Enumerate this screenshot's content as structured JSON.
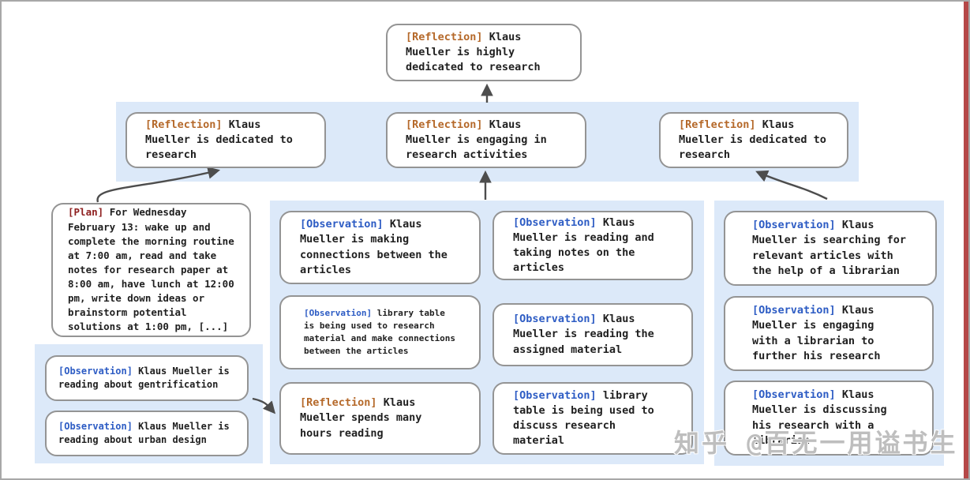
{
  "nodes": {
    "top": {
      "label": "[Reflection]",
      "text": "Klaus Mueller is highly dedicated to research"
    },
    "reflections": [
      {
        "label": "[Reflection]",
        "text": "Klaus Mueller is dedicated to research"
      },
      {
        "label": "[Reflection]",
        "text": "Klaus Mueller is engaging in research activities"
      },
      {
        "label": "[Reflection]",
        "text": "Klaus Mueller is dedicated to research"
      }
    ],
    "plan": {
      "label": "[Plan]",
      "text": "For Wednesday February 13: wake up and complete the morning routine at 7:00 am, read and take notes for research paper at 8:00 am, have lunch at 12:00 pm, write down ideas or brainstorm potential solutions at 1:00 pm, [...]"
    },
    "left_observations": [
      {
        "label": "[Observation]",
        "text": "Klaus Mueller is reading about gentrification"
      },
      {
        "label": "[Observation]",
        "text": "Klaus Mueller is reading about urban design"
      }
    ],
    "middle_col1": [
      {
        "label": "[Observation]",
        "text": "Klaus Mueller is making connections between the articles"
      },
      {
        "label": "[Observation]",
        "text": "library table is being used to research material and make connections between the articles"
      },
      {
        "label": "[Reflection]",
        "text": "Klaus Mueller spends many hours reading"
      }
    ],
    "middle_col2": [
      {
        "label": "[Observation]",
        "text": "Klaus Mueller is reading and taking notes on the articles"
      },
      {
        "label": "[Observation]",
        "text": "Klaus Mueller is reading the assigned material"
      },
      {
        "label": "[Observation]",
        "text": "library table is being used to discuss research material"
      }
    ],
    "right_col": [
      {
        "label": "[Observation]",
        "text": "Klaus Mueller is searching for relevant articles with the help of a librarian"
      },
      {
        "label": "[Observation]",
        "text": "Klaus Mueller is engaging with a librarian to further his research"
      },
      {
        "label": "[Observation]",
        "text": "Klaus Mueller is discussing his research with a librarian"
      }
    ]
  },
  "watermark": {
    "text": "知乎 @百无一用谥书生"
  },
  "colors": {
    "reflection_label": "#b5692a",
    "observation_label": "#2d5cc4",
    "plan_label": "#8e1f1f",
    "band_background": "#dce9f9",
    "node_border": "#949494",
    "arrow": "#4d4d4d",
    "right_edge_strip": "#b54848"
  }
}
